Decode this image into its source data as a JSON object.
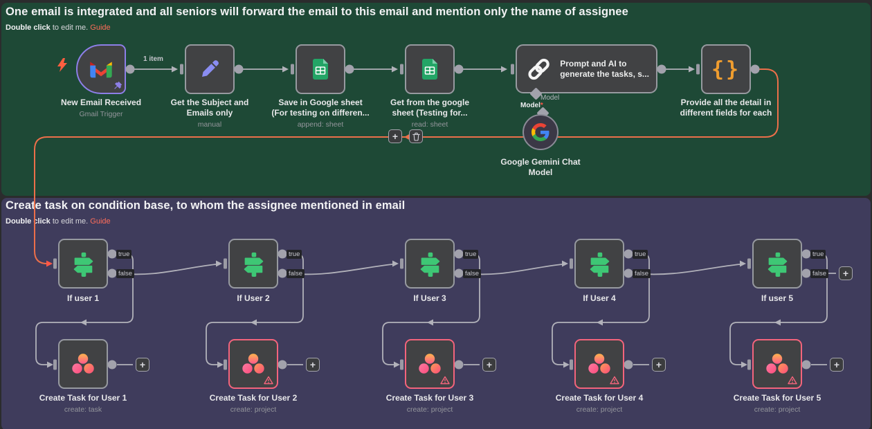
{
  "colors": {
    "canvas_bg": "#2b2c2d",
    "sticky_green": "#1e4936",
    "sticky_purple": "#3f3c5c",
    "node_bg": "#414244",
    "node_border": "#979aa0",
    "trigger_border": "#8d7fe8",
    "error_border": "#f4647c",
    "connection_gray": "#b2b2ba",
    "connection_orange": "#ec6f4a",
    "arrow_red": "#ff5747",
    "guide_link": "#ff6d5a",
    "if_icon_green": "#3ec775",
    "sheets_green": "#23a566",
    "braces_orange": "#f09d2f",
    "pencil_purple": "#8a8df2",
    "bolt_orange": "#ff5f40"
  },
  "icons": {
    "braces": "{}"
  },
  "buttons": {
    "add": "+"
  },
  "top_section": {
    "title": "One email is integrated and all seniors will forward the email to this email and mention only the name of assignee",
    "hint_bold": "Double click",
    "hint_rest": "to edit me.",
    "guide": "Guide",
    "connection_label": "1 item",
    "nodes": {
      "gmail": {
        "label": "New Email Received",
        "sublabel": "Gmail Trigger"
      },
      "edit": {
        "label_lines": [
          "Get the Subject and",
          "Emails only"
        ],
        "sublabel": "manual"
      },
      "sheet_save": {
        "label_lines": [
          "Save in Google sheet",
          "(For testing on differen..."
        ],
        "sublabel": "append: sheet"
      },
      "sheet_get": {
        "label_lines": [
          "Get from the google",
          "sheet (Testing for..."
        ],
        "sublabel": "read: sheet"
      },
      "llm": {
        "label_lines": [
          "Prompt and AI to",
          "generate the tasks, s..."
        ],
        "model_port_label": "Model"
      },
      "gemini": {
        "label_lines": [
          "Google Gemini Chat",
          "Model"
        ],
        "port_label": "Model",
        "required_mark": "*"
      },
      "fields": {
        "label_lines": [
          "Provide all the detail in",
          "different fields for each"
        ]
      }
    }
  },
  "bottom_section": {
    "title": "Create task on condition base, to whom the assignee mentioned in email",
    "hint_bold": "Double click",
    "hint_rest": "to edit me.",
    "guide": "Guide",
    "port_true": "true",
    "port_false": "false",
    "if_nodes": [
      {
        "label": "If user 1"
      },
      {
        "label": "If User 2"
      },
      {
        "label": "If User 3"
      },
      {
        "label": "If User 4"
      },
      {
        "label": "If user 5"
      }
    ],
    "task_nodes": [
      {
        "label": "Create Task for User 1",
        "sublabel": "create: task",
        "error": false
      },
      {
        "label": "Create Task for User 2",
        "sublabel": "create: project",
        "error": true
      },
      {
        "label": "Create Task for User 3",
        "sublabel": "create: project",
        "error": true
      },
      {
        "label": "Create Task for User 4",
        "sublabel": "create: project",
        "error": true
      },
      {
        "label": "Create Task for User 5",
        "sublabel": "create: project",
        "error": true
      }
    ]
  }
}
